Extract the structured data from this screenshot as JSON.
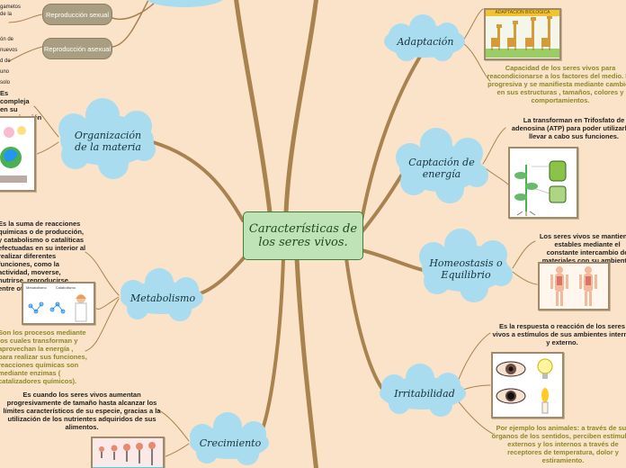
{
  "central": {
    "title": "Características de los seres vivos."
  },
  "branches": {
    "adaptacion": {
      "label": "Adaptación",
      "image_caption": "ADAPTACIÓN BIOLÓGICA",
      "description": "Capacidad de los seres vivos para reacondicionarse a los factores del medio. Es progresiva y se manifiesta mediante cambios en sus estructuras , tamaños, colores y comportamientos."
    },
    "captacion": {
      "label": "Captación de energía",
      "description": "La transforman en Trifosfato de adenosina (ATP) para poder utilizarla y llevar a cabo sus funciones."
    },
    "homeostasis": {
      "label": "Homeostasis o Equilibrio",
      "description": "Los seres vivos se mantienen estables mediante el constante intercambio de materiales con su ambiente."
    },
    "irritabilidad": {
      "label": "Irritabilidad",
      "description": "Es la respuesta o reacción de los seres vivos a estímulos de sus ambientes interno y externo.",
      "example": "Por ejemplo los animales: a través de sus órganos de los sentidos, perciben estímulos externos y los internos a través de receptores de temperatura, dolor y estiramiento."
    },
    "crecimiento": {
      "label": "Crecimiento",
      "description": "Es cuando los seres vivos aumentan progresivamente de tamaño hasta alcanzar los límites característicos de su especie, gracias a la utilización de los nutrientes adquiridos de sus alimentos."
    },
    "metabolismo": {
      "label": "Metabolismo",
      "description": "Es la suma de reacciones químicas o de producción, y catabolismo o catalíticas efectuadas en su interior al realizar diferentes funciones, como la actividad, moverse, nutrirse, reproducirse, entre otras.",
      "image_labels": [
        "Metabolismo",
        "Catabolismo"
      ],
      "note": "Son los procesos mediante los cuales transforman y aprovechan la energía , para realizar sus funciones, reacciones químicas son mediante enzimas ( catalizadores químicos)."
    },
    "organizacion": {
      "label": "Organización de la materia",
      "description": "Es compleja en su organización hace seres vivos"
    },
    "reproduccion": {
      "sexual": "Reproducción sexual",
      "asexual": "Reproducción asexual",
      "sexual_note": "gametos de la",
      "asexual_note": "ón de nuevos d de uno solo"
    }
  },
  "colors": {
    "background": "#fbe3c9",
    "cloud": "#a9dcef",
    "branch": "#a07a50",
    "central_fill": "#bfe3b6"
  }
}
